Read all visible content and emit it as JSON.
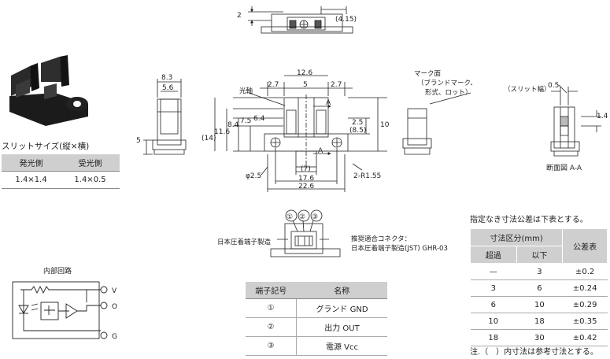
{
  "dimensions": {
    "top_thickness": "2",
    "top_width": "(4.15)",
    "side_width_outer": "8.3",
    "side_width_inner": "5.6",
    "side_base": "5",
    "front_width_top": "12.6",
    "front_offset_left": "2.7",
    "front_slit_center": "5",
    "front_offset_right": "2.7",
    "front_height_total": "(14)",
    "front_height_116": "11.6",
    "front_height_84": "8.4",
    "front_height_75": "7.5",
    "front_height_64": "6.4",
    "front_right_25": "2.5",
    "front_right_85": "(8.5)",
    "front_right_10": "10",
    "hole_dia": "φ2.5",
    "radius": "2-R1.55",
    "base_7": "(7)",
    "base_176": "17.6",
    "base_226": "22.6",
    "slit_width": "0.5",
    "slit_height": "1.4"
  },
  "labels": {
    "optical_axis": "光軸",
    "mark_face": "マーク面",
    "mark_face_detail_1": "（ブランドマーク、",
    "mark_face_detail_2": "形式、ロット）",
    "slit_width_label": "（スリット幅）",
    "section_label": "断面図 A-A",
    "section_a": "A",
    "jst_maker": "日本圧着端子製造",
    "connector_1": "推奨適合コネクタ：",
    "connector_2": "日本圧着端子製造(JST)  GHR-03",
    "pin_1": "①",
    "pin_2": "②",
    "pin_3": "③"
  },
  "slit_size": {
    "title": "スリットサイズ(縦×横)",
    "headers": [
      "発光側",
      "受光側"
    ],
    "values": [
      "1.4×1.4",
      "1.4×0.5"
    ]
  },
  "circuit": {
    "title": "内部回路",
    "terminals": [
      "V",
      "O",
      "G"
    ]
  },
  "terminals": {
    "headers": [
      "端子記号",
      "名称"
    ],
    "rows": [
      {
        "sym": "①",
        "name": "グランド GND"
      },
      {
        "sym": "②",
        "name": "出力 OUT"
      },
      {
        "sym": "③",
        "name": "電源 Vcc"
      }
    ]
  },
  "tolerance": {
    "note": "指定なき寸法公差は下表とする。",
    "header_range": "寸法区分(mm)",
    "header_over": "超過",
    "header_under": "以下",
    "header_tol": "公差表",
    "rows": [
      {
        "over": "—",
        "under": "3",
        "tol": "±0.2"
      },
      {
        "over": "3",
        "under": "6",
        "tol": "±0.24"
      },
      {
        "over": "6",
        "under": "10",
        "tol": "±0.29"
      },
      {
        "over": "10",
        "under": "18",
        "tol": "±0.35"
      },
      {
        "over": "18",
        "under": "30",
        "tol": "±0.42"
      }
    ],
    "footnote": "注.（　）内寸法は参考寸法とする。"
  }
}
